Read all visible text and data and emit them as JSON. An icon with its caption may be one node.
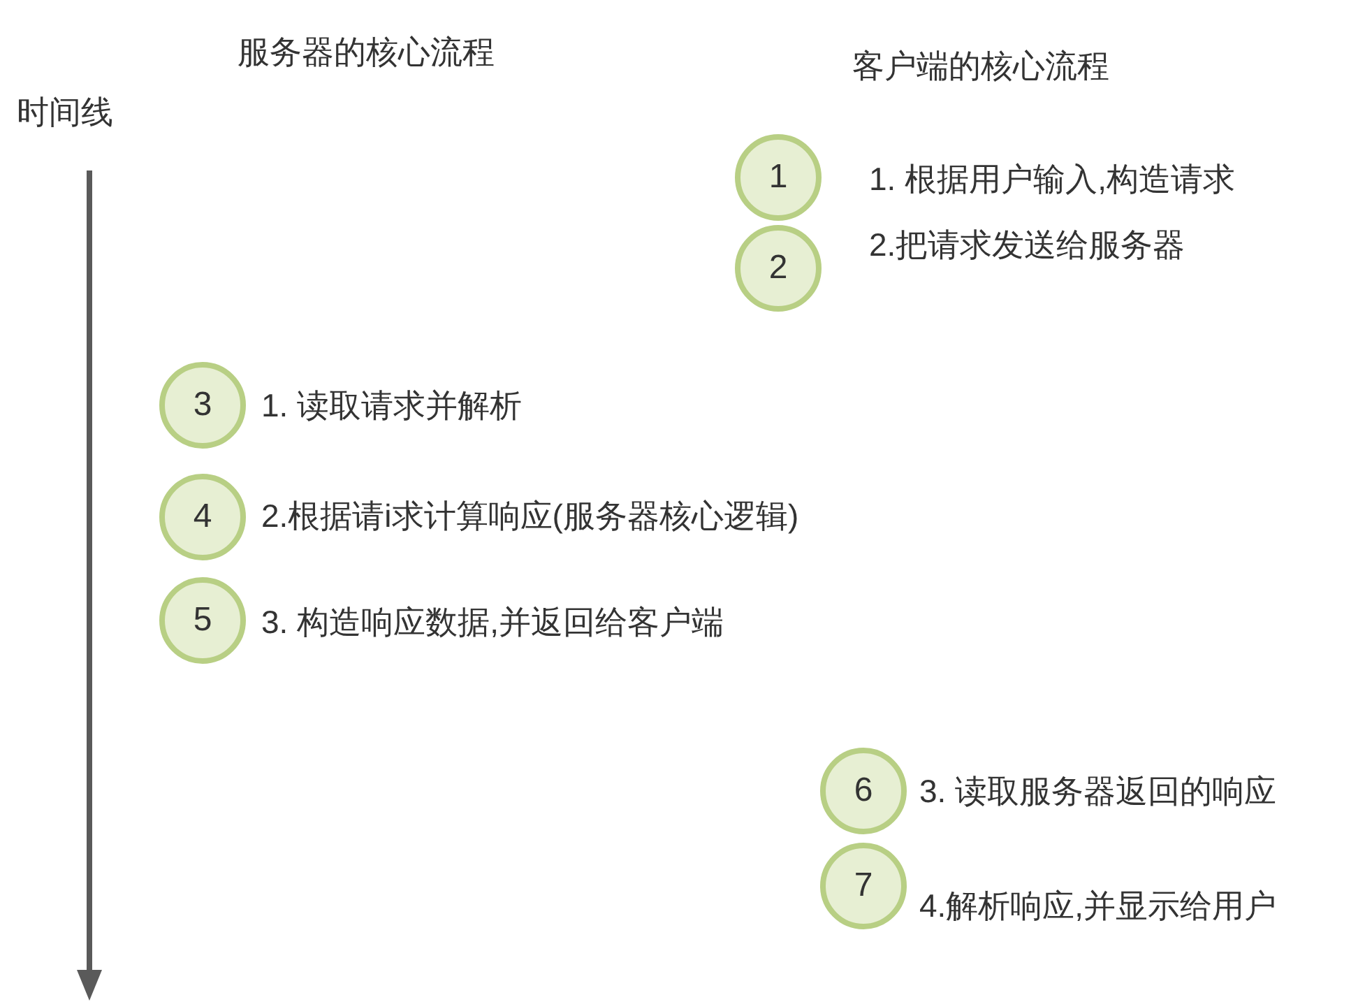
{
  "diagram": {
    "nodes": [
      {
        "text": [
          "1"
        ],
        "beside": [
          "1. 根据用户输入,构造请求"
        ]
      },
      {
        "text": [
          "2"
        ],
        "beside": [
          "2.把请求发送给服务器"
        ]
      },
      {
        "text": [
          "3"
        ],
        "beside": [
          "1. 读取请求并解析"
        ]
      },
      {
        "text": [
          "4"
        ],
        "beside": [
          "2.根据请i求计算响应(服务器核心逻辑)"
        ]
      },
      {
        "text": [
          "5"
        ],
        "beside": [
          "3. 构造响应数据,并返回给客户端"
        ]
      },
      {
        "text": [
          "6"
        ],
        "beside": [
          "3. 读取服务器返回的响应"
        ]
      },
      {
        "text": [
          "7"
        ],
        "beside": [
          "4.解析响应,并显示给用户"
        ]
      }
    ],
    "edges": [],
    "labels": [
      "服务器的核心流程",
      "客户端的核心流程",
      "时间线"
    ]
  }
}
